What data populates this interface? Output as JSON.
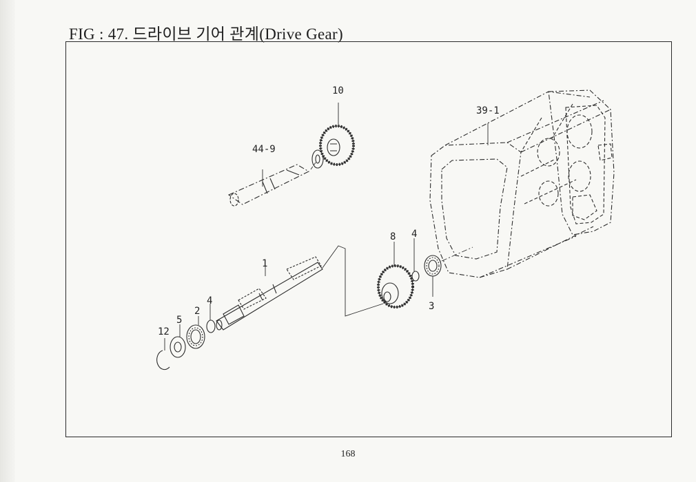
{
  "figure": {
    "title": "FIG : 47. 드라이브 기어 관계(Drive Gear)"
  },
  "callouts": [
    {
      "id": "10",
      "label": "10"
    },
    {
      "id": "44-9",
      "label": "44-9"
    },
    {
      "id": "39-1",
      "label": "39-1"
    },
    {
      "id": "1",
      "label": "1"
    },
    {
      "id": "8",
      "label": "8"
    },
    {
      "id": "4-right",
      "label": "4"
    },
    {
      "id": "3",
      "label": "3"
    },
    {
      "id": "2",
      "label": "2"
    },
    {
      "id": "4-left",
      "label": "4"
    },
    {
      "id": "12",
      "label": "12"
    },
    {
      "id": "5",
      "label": "5"
    }
  ],
  "page": {
    "number": "168"
  }
}
